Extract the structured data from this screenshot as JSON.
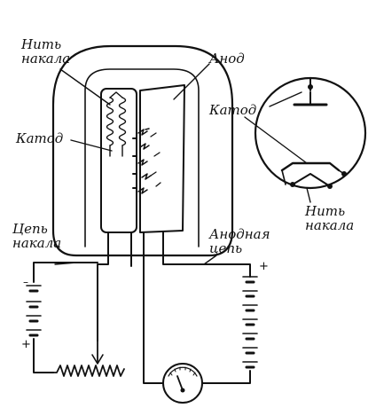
{
  "labels": {
    "filament_top": [
      "Нить",
      "накала"
    ],
    "cathode_left": "Катод",
    "anode_top": "Анод",
    "cathode_right": "Катод",
    "filament_right": [
      "Нить",
      "накала"
    ],
    "filament_circuit": [
      "Цепь",
      "накала"
    ],
    "anode_circuit": [
      "Анодная",
      "цепь"
    ]
  },
  "polarity": {
    "filament_battery_top": "–",
    "filament_battery_bottom": "+",
    "anode_battery_top": "+"
  },
  "colors": {
    "ink": "#111111",
    "background": "#ffffff"
  },
  "icons": [
    "vacuum-tube",
    "triode-symbol",
    "battery",
    "rheostat",
    "ammeter"
  ]
}
